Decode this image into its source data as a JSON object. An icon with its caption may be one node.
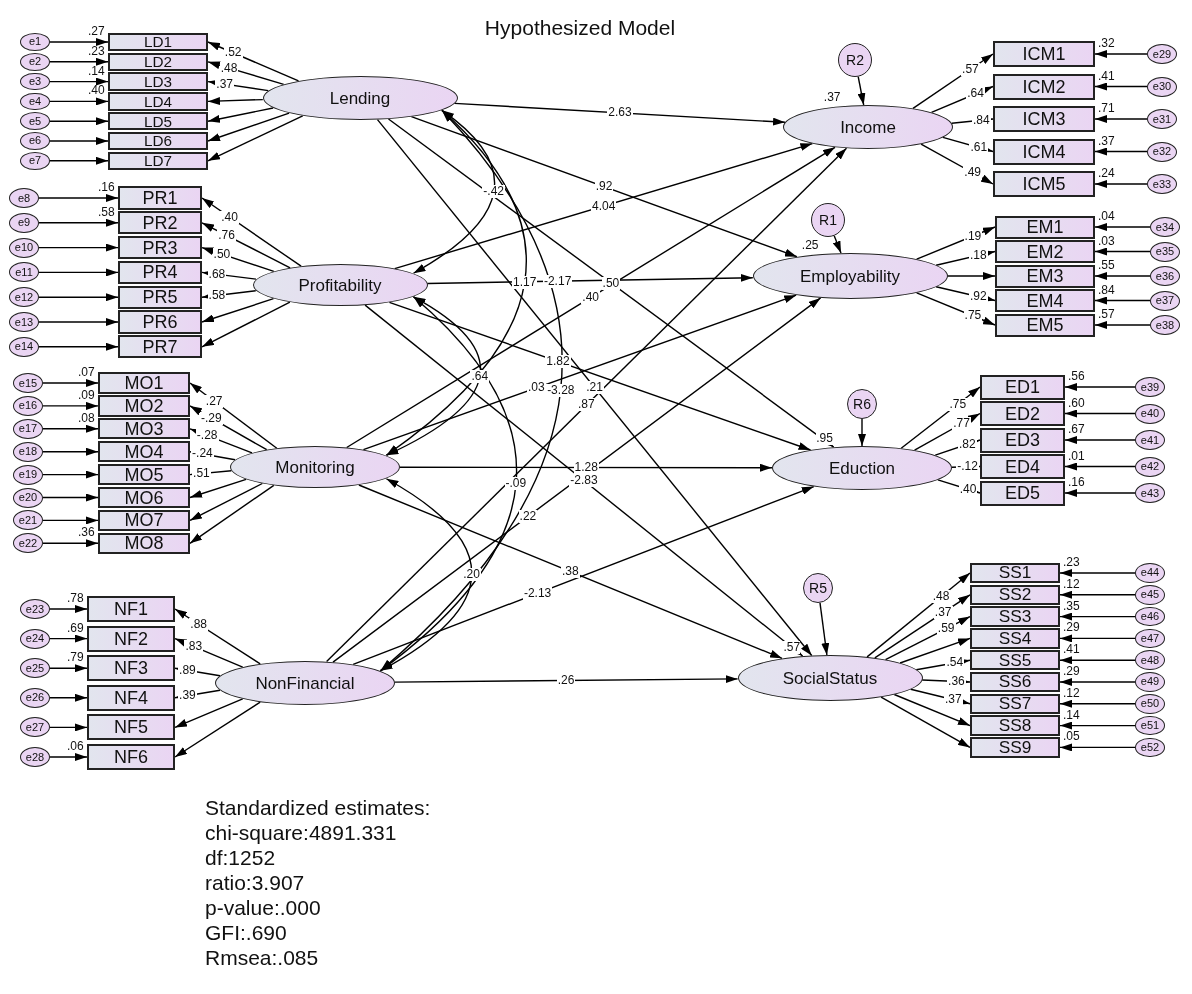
{
  "diagram": {
    "title": "Hypothesized Model",
    "nodes": [
      {
        "text": [
          "e1"
        ]
      },
      {
        "text": [
          "e2"
        ]
      },
      {
        "text": [
          "e3"
        ]
      },
      {
        "text": [
          "e4"
        ]
      },
      {
        "text": [
          "e5"
        ]
      },
      {
        "text": [
          "e6"
        ]
      },
      {
        "text": [
          "e7"
        ]
      },
      {
        "text": [
          "e8"
        ]
      },
      {
        "text": [
          "e9"
        ]
      },
      {
        "text": [
          "e10"
        ]
      },
      {
        "text": [
          "e11"
        ]
      },
      {
        "text": [
          "e12"
        ]
      },
      {
        "text": [
          "e13"
        ]
      },
      {
        "text": [
          "e14"
        ]
      },
      {
        "text": [
          "e15"
        ]
      },
      {
        "text": [
          "e16"
        ]
      },
      {
        "text": [
          "e17"
        ]
      },
      {
        "text": [
          "e18"
        ]
      },
      {
        "text": [
          "e19"
        ]
      },
      {
        "text": [
          "e20"
        ]
      },
      {
        "text": [
          "e21"
        ]
      },
      {
        "text": [
          "e22"
        ]
      },
      {
        "text": [
          "e23"
        ]
      },
      {
        "text": [
          "e24"
        ]
      },
      {
        "text": [
          "e25"
        ]
      },
      {
        "text": [
          "e26"
        ]
      },
      {
        "text": [
          "e27"
        ]
      },
      {
        "text": [
          "e28"
        ]
      },
      {
        "text": [
          "LD1"
        ],
        "beside": [
          ".27"
        ]
      },
      {
        "text": [
          "LD2"
        ],
        "beside": [
          ".23"
        ]
      },
      {
        "text": [
          "LD3"
        ],
        "beside": [
          ".14"
        ]
      },
      {
        "text": [
          "LD4"
        ],
        "beside": [
          ".40"
        ]
      },
      {
        "text": [
          "LD5"
        ]
      },
      {
        "text": [
          "LD6"
        ]
      },
      {
        "text": [
          "LD7"
        ]
      },
      {
        "text": [
          "PR1"
        ],
        "beside": [
          ".16"
        ]
      },
      {
        "text": [
          "PR2"
        ],
        "beside": [
          ".58"
        ]
      },
      {
        "text": [
          "PR3"
        ]
      },
      {
        "text": [
          "PR4"
        ]
      },
      {
        "text": [
          "PR5"
        ]
      },
      {
        "text": [
          "PR6"
        ]
      },
      {
        "text": [
          "PR7"
        ]
      },
      {
        "text": [
          "MO1"
        ],
        "beside": [
          ".07"
        ]
      },
      {
        "text": [
          "MO2"
        ],
        "beside": [
          ".09"
        ]
      },
      {
        "text": [
          "MO3"
        ],
        "beside": [
          ".08"
        ]
      },
      {
        "text": [
          "MO4"
        ]
      },
      {
        "text": [
          "MO5"
        ]
      },
      {
        "text": [
          "MO6"
        ]
      },
      {
        "text": [
          "MO7"
        ]
      },
      {
        "text": [
          "MO8"
        ],
        "beside": [
          ".36"
        ]
      },
      {
        "text": [
          "NF1"
        ],
        "beside": [
          ".78"
        ]
      },
      {
        "text": [
          "NF2"
        ],
        "beside": [
          ".69"
        ]
      },
      {
        "text": [
          "NF3"
        ],
        "beside": [
          ".79"
        ]
      },
      {
        "text": [
          "NF4"
        ]
      },
      {
        "text": [
          "NF5"
        ]
      },
      {
        "text": [
          "NF6"
        ],
        "beside": [
          ".06"
        ]
      },
      {
        "text": [
          "Lending"
        ]
      },
      {
        "text": [
          "Profitability"
        ]
      },
      {
        "text": [
          "Monitoring"
        ]
      },
      {
        "text": [
          "NonFinancial"
        ]
      },
      {
        "text": [
          "R2"
        ]
      },
      {
        "text": [
          "R1"
        ]
      },
      {
        "text": [
          "R6"
        ]
      },
      {
        "text": [
          "R5"
        ]
      },
      {
        "text": [
          "Income"
        ],
        "beside": [
          ".37"
        ]
      },
      {
        "text": [
          "Employability"
        ],
        "beside": [
          ".25"
        ]
      },
      {
        "text": [
          "Eduction"
        ],
        "beside": [
          ".95"
        ]
      },
      {
        "text": [
          "SocialStatus"
        ],
        "beside": [
          ".57"
        ]
      },
      {
        "text": [
          "ICM1"
        ],
        "beside": [
          ".32"
        ]
      },
      {
        "text": [
          "ICM2"
        ],
        "beside": [
          ".41"
        ]
      },
      {
        "text": [
          "ICM3"
        ],
        "beside": [
          ".71"
        ]
      },
      {
        "text": [
          "ICM4"
        ],
        "beside": [
          ".37"
        ]
      },
      {
        "text": [
          "ICM5"
        ],
        "beside": [
          ".24"
        ]
      },
      {
        "text": [
          "EM1"
        ],
        "beside": [
          ".04"
        ]
      },
      {
        "text": [
          "EM2"
        ],
        "beside": [
          ".03"
        ]
      },
      {
        "text": [
          "EM3"
        ],
        "beside": [
          ".55"
        ]
      },
      {
        "text": [
          "EM4"
        ],
        "beside": [
          ".84"
        ]
      },
      {
        "text": [
          "EM5"
        ],
        "beside": [
          ".57"
        ]
      },
      {
        "text": [
          "ED1"
        ],
        "beside": [
          ".56"
        ]
      },
      {
        "text": [
          "ED2"
        ],
        "beside": [
          ".60"
        ]
      },
      {
        "text": [
          "ED3"
        ],
        "beside": [
          ".67"
        ]
      },
      {
        "text": [
          "ED4"
        ],
        "beside": [
          ".01"
        ]
      },
      {
        "text": [
          "ED5"
        ],
        "beside": [
          ".16"
        ]
      },
      {
        "text": [
          "SS1"
        ],
        "beside": [
          ".23"
        ]
      },
      {
        "text": [
          "SS2"
        ],
        "beside": [
          ".12"
        ]
      },
      {
        "text": [
          "SS3"
        ],
        "beside": [
          ".35"
        ]
      },
      {
        "text": [
          "SS4"
        ],
        "beside": [
          ".29"
        ]
      },
      {
        "text": [
          "SS5"
        ],
        "beside": [
          ".41"
        ]
      },
      {
        "text": [
          "SS6"
        ],
        "beside": [
          ".29"
        ]
      },
      {
        "text": [
          "SS7"
        ],
        "beside": [
          ".12"
        ]
      },
      {
        "text": [
          "SS8"
        ],
        "beside": [
          ".14"
        ]
      },
      {
        "text": [
          "SS9"
        ],
        "beside": [
          ".05"
        ]
      },
      {
        "text": [
          "e29"
        ]
      },
      {
        "text": [
          "e30"
        ]
      },
      {
        "text": [
          "e31"
        ]
      },
      {
        "text": [
          "e32"
        ]
      },
      {
        "text": [
          "e33"
        ]
      },
      {
        "text": [
          "e34"
        ]
      },
      {
        "text": [
          "e35"
        ]
      },
      {
        "text": [
          "e36"
        ]
      },
      {
        "text": [
          "e37"
        ]
      },
      {
        "text": [
          "e38"
        ]
      },
      {
        "text": [
          "e39"
        ]
      },
      {
        "text": [
          "e40"
        ]
      },
      {
        "text": [
          "e41"
        ]
      },
      {
        "text": [
          "e42"
        ]
      },
      {
        "text": [
          "e43"
        ]
      },
      {
        "text": [
          "e44"
        ]
      },
      {
        "text": [
          "e45"
        ]
      },
      {
        "text": [
          "e46"
        ]
      },
      {
        "text": [
          "e47"
        ]
      },
      {
        "text": [
          "e48"
        ]
      },
      {
        "text": [
          "e49"
        ]
      },
      {
        "text": [
          "e50"
        ]
      },
      {
        "text": [
          "e51"
        ]
      },
      {
        "text": [
          "e52"
        ]
      }
    ],
    "edges": [
      {
        "from": 0,
        "to": 28,
        "arrow": "to"
      },
      {
        "from": 1,
        "to": 29,
        "arrow": "to"
      },
      {
        "from": 2,
        "to": 30,
        "arrow": "to"
      },
      {
        "from": 3,
        "to": 31,
        "arrow": "to"
      },
      {
        "from": 4,
        "to": 32,
        "arrow": "to"
      },
      {
        "from": 5,
        "to": 33,
        "arrow": "to"
      },
      {
        "from": 6,
        "to": 34,
        "arrow": "to"
      },
      {
        "from": 7,
        "to": 35,
        "arrow": "to"
      },
      {
        "from": 8,
        "to": 36,
        "arrow": "to"
      },
      {
        "from": 9,
        "to": 37,
        "arrow": "to"
      },
      {
        "from": 10,
        "to": 38,
        "arrow": "to"
      },
      {
        "from": 11,
        "to": 39,
        "arrow": "to"
      },
      {
        "from": 12,
        "to": 40,
        "arrow": "to"
      },
      {
        "from": 13,
        "to": 41,
        "arrow": "to"
      },
      {
        "from": 14,
        "to": 42,
        "arrow": "to"
      },
      {
        "from": 15,
        "to": 43,
        "arrow": "to"
      },
      {
        "from": 16,
        "to": 44,
        "arrow": "to"
      },
      {
        "from": 17,
        "to": 45,
        "arrow": "to"
      },
      {
        "from": 18,
        "to": 46,
        "arrow": "to"
      },
      {
        "from": 19,
        "to": 47,
        "arrow": "to"
      },
      {
        "from": 20,
        "to": 48,
        "arrow": "to"
      },
      {
        "from": 21,
        "to": 49,
        "arrow": "to"
      },
      {
        "from": 22,
        "to": 50,
        "arrow": "to"
      },
      {
        "from": 23,
        "to": 51,
        "arrow": "to"
      },
      {
        "from": 24,
        "to": 52,
        "arrow": "to"
      },
      {
        "from": 25,
        "to": 53,
        "arrow": "to"
      },
      {
        "from": 26,
        "to": 54,
        "arrow": "to"
      },
      {
        "from": 27,
        "to": 55,
        "arrow": "to"
      },
      {
        "from": 56,
        "to": 28,
        "arrow": "to",
        "label": ".52"
      },
      {
        "from": 56,
        "to": 29,
        "arrow": "to",
        "label": ".48"
      },
      {
        "from": 56,
        "to": 30,
        "arrow": "to",
        "label": ".37"
      },
      {
        "from": 56,
        "to": 31,
        "arrow": "to"
      },
      {
        "from": 56,
        "to": 32,
        "arrow": "to"
      },
      {
        "from": 56,
        "to": 33,
        "arrow": "to"
      },
      {
        "from": 56,
        "to": 34,
        "arrow": "to"
      },
      {
        "from": 57,
        "to": 35,
        "arrow": "to",
        "label": ".40"
      },
      {
        "from": 57,
        "to": 36,
        "arrow": "to",
        "label": ".76"
      },
      {
        "from": 57,
        "to": 37,
        "arrow": "to",
        "label": ".50"
      },
      {
        "from": 57,
        "to": 38,
        "arrow": "to",
        "label": ".68"
      },
      {
        "from": 57,
        "to": 39,
        "arrow": "to",
        "label": ".58"
      },
      {
        "from": 57,
        "to": 40,
        "arrow": "to"
      },
      {
        "from": 57,
        "to": 41,
        "arrow": "to"
      },
      {
        "from": 58,
        "to": 42,
        "arrow": "to",
        "label": ".27"
      },
      {
        "from": 58,
        "to": 43,
        "arrow": "to",
        "label": "-.29"
      },
      {
        "from": 58,
        "to": 44,
        "arrow": "to",
        "label": "-.28"
      },
      {
        "from": 58,
        "to": 45,
        "arrow": "to",
        "label": "-.24"
      },
      {
        "from": 58,
        "to": 46,
        "arrow": "to",
        "label": ".51"
      },
      {
        "from": 58,
        "to": 47,
        "arrow": "to"
      },
      {
        "from": 58,
        "to": 48,
        "arrow": "to"
      },
      {
        "from": 58,
        "to": 49,
        "arrow": "to"
      },
      {
        "from": 59,
        "to": 50,
        "arrow": "to",
        "label": ".88"
      },
      {
        "from": 59,
        "to": 51,
        "arrow": "to",
        "label": ".83"
      },
      {
        "from": 59,
        "to": 52,
        "arrow": "to",
        "label": ".89"
      },
      {
        "from": 59,
        "to": 53,
        "arrow": "to",
        "label": ".39"
      },
      {
        "from": 59,
        "to": 54,
        "arrow": "to"
      },
      {
        "from": 59,
        "to": 55,
        "arrow": "to"
      },
      {
        "from": 56,
        "to": 57,
        "arrow": "both",
        "label": "-.42"
      },
      {
        "from": 56,
        "to": 58,
        "arrow": "both",
        "label": "1.17"
      },
      {
        "from": 56,
        "to": 59,
        "arrow": "both",
        "label": "-3.28"
      },
      {
        "from": 57,
        "to": 58,
        "arrow": "both",
        "label": ".64"
      },
      {
        "from": 57,
        "to": 59,
        "arrow": "both",
        "label": "-.09"
      },
      {
        "from": 58,
        "to": 59,
        "arrow": "both",
        "label": ".20"
      },
      {
        "from": 56,
        "to": 64,
        "arrow": "to",
        "label": "2.63"
      },
      {
        "from": 56,
        "to": 65,
        "arrow": "to",
        "label": ".92"
      },
      {
        "from": 56,
        "to": 66,
        "arrow": "to",
        "label": ".50"
      },
      {
        "from": 56,
        "to": 67,
        "arrow": "to",
        "label": ".21"
      },
      {
        "from": 57,
        "to": 64,
        "arrow": "to",
        "label": "4.04"
      },
      {
        "from": 57,
        "to": 65,
        "arrow": "to",
        "label": "-2.17"
      },
      {
        "from": 57,
        "to": 66,
        "arrow": "to",
        "label": "1.82"
      },
      {
        "from": 57,
        "to": 67,
        "arrow": "to",
        "label": "-2.83"
      },
      {
        "from": 58,
        "to": 64,
        "arrow": "to",
        "label": ".40"
      },
      {
        "from": 58,
        "to": 65,
        "arrow": "to",
        "label": ".03"
      },
      {
        "from": 58,
        "to": 66,
        "arrow": "to",
        "label": "1.28"
      },
      {
        "from": 58,
        "to": 67,
        "arrow": "to",
        "label": ".38"
      },
      {
        "from": 59,
        "to": 64,
        "arrow": "to",
        "label": ".87"
      },
      {
        "from": 59,
        "to": 65,
        "arrow": "to",
        "label": ".22"
      },
      {
        "from": 59,
        "to": 66,
        "arrow": "to",
        "label": "-2.13"
      },
      {
        "from": 59,
        "to": 67,
        "arrow": "to",
        "label": ".26"
      },
      {
        "from": 60,
        "to": 64,
        "arrow": "to"
      },
      {
        "from": 61,
        "to": 65,
        "arrow": "to"
      },
      {
        "from": 62,
        "to": 66,
        "arrow": "to"
      },
      {
        "from": 63,
        "to": 67,
        "arrow": "to"
      },
      {
        "from": 64,
        "to": 68,
        "arrow": "to",
        "label": ".57"
      },
      {
        "from": 64,
        "to": 69,
        "arrow": "to",
        "label": ".64"
      },
      {
        "from": 64,
        "to": 70,
        "arrow": "to",
        "label": ".84"
      },
      {
        "from": 64,
        "to": 71,
        "arrow": "to",
        "label": ".61"
      },
      {
        "from": 64,
        "to": 72,
        "arrow": "to",
        "label": ".49"
      },
      {
        "from": 65,
        "to": 73,
        "arrow": "to",
        "label": ".19"
      },
      {
        "from": 65,
        "to": 74,
        "arrow": "to",
        "label": ".18"
      },
      {
        "from": 65,
        "to": 75,
        "arrow": "to"
      },
      {
        "from": 65,
        "to": 76,
        "arrow": "to",
        "label": ".92"
      },
      {
        "from": 65,
        "to": 77,
        "arrow": "to",
        "label": ".75"
      },
      {
        "from": 66,
        "to": 78,
        "arrow": "to",
        "label": ".75"
      },
      {
        "from": 66,
        "to": 79,
        "arrow": "to",
        "label": ".77"
      },
      {
        "from": 66,
        "to": 80,
        "arrow": "to",
        "label": ".82"
      },
      {
        "from": 66,
        "to": 81,
        "arrow": "to",
        "label": "-.12"
      },
      {
        "from": 66,
        "to": 82,
        "arrow": "to",
        "label": ".40"
      },
      {
        "from": 67,
        "to": 83,
        "arrow": "to",
        "label": ".48"
      },
      {
        "from": 67,
        "to": 84,
        "arrow": "to",
        "label": ".37"
      },
      {
        "from": 67,
        "to": 85,
        "arrow": "to",
        "label": ".59"
      },
      {
        "from": 67,
        "to": 86,
        "arrow": "to"
      },
      {
        "from": 67,
        "to": 87,
        "arrow": "to",
        "label": ".54"
      },
      {
        "from": 67,
        "to": 88,
        "arrow": "to",
        "label": ".36"
      },
      {
        "from": 67,
        "to": 89,
        "arrow": "to",
        "label": ".37"
      },
      {
        "from": 67,
        "to": 90,
        "arrow": "to"
      },
      {
        "from": 67,
        "to": 91,
        "arrow": "to"
      },
      {
        "from": 92,
        "to": 68,
        "arrow": "to"
      },
      {
        "from": 93,
        "to": 69,
        "arrow": "to"
      },
      {
        "from": 94,
        "to": 70,
        "arrow": "to"
      },
      {
        "from": 95,
        "to": 71,
        "arrow": "to"
      },
      {
        "from": 96,
        "to": 72,
        "arrow": "to"
      },
      {
        "from": 97,
        "to": 73,
        "arrow": "to"
      },
      {
        "from": 98,
        "to": 74,
        "arrow": "to"
      },
      {
        "from": 99,
        "to": 75,
        "arrow": "to"
      },
      {
        "from": 100,
        "to": 76,
        "arrow": "to"
      },
      {
        "from": 101,
        "to": 77,
        "arrow": "to"
      },
      {
        "from": 102,
        "to": 78,
        "arrow": "to"
      },
      {
        "from": 103,
        "to": 79,
        "arrow": "to"
      },
      {
        "from": 104,
        "to": 80,
        "arrow": "to"
      },
      {
        "from": 105,
        "to": 81,
        "arrow": "to"
      },
      {
        "from": 106,
        "to": 82,
        "arrow": "to"
      },
      {
        "from": 107,
        "to": 83,
        "arrow": "to"
      },
      {
        "from": 108,
        "to": 84,
        "arrow": "to"
      },
      {
        "from": 109,
        "to": 85,
        "arrow": "to"
      },
      {
        "from": 110,
        "to": 86,
        "arrow": "to"
      },
      {
        "from": 111,
        "to": 87,
        "arrow": "to"
      },
      {
        "from": 112,
        "to": 88,
        "arrow": "to"
      },
      {
        "from": 113,
        "to": 89,
        "arrow": "to"
      },
      {
        "from": 114,
        "to": 90,
        "arrow": "to"
      },
      {
        "from": 115,
        "to": 91,
        "arrow": "to"
      }
    ],
    "labels": [
      "Standardized estimates:",
      "chi-square:4891.331",
      "df:1252",
      "ratio:3.907",
      "p-value:.000",
      "GFI:.690",
      "Rmsea:.085"
    ]
  }
}
